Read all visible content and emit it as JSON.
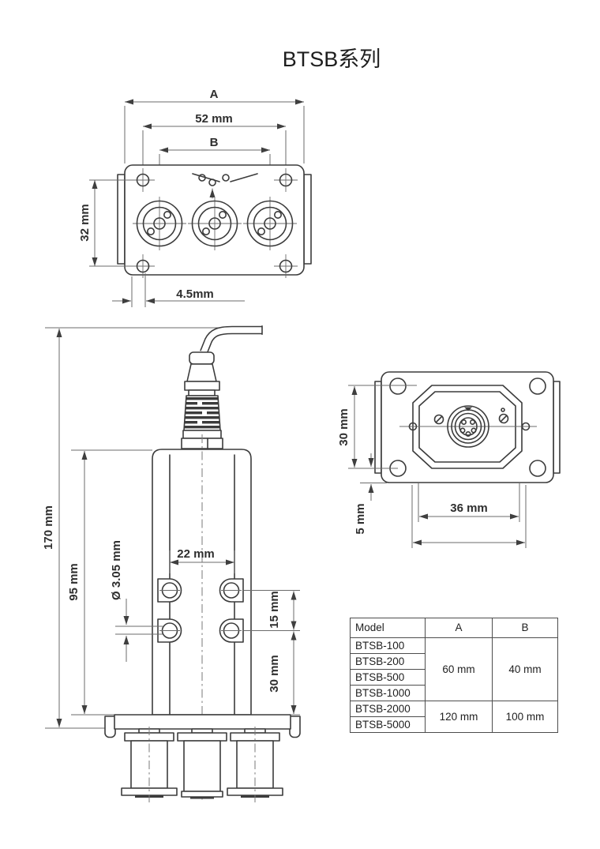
{
  "title": "BTSB系列",
  "top_view": {
    "dim_a_label": "A",
    "dim_width_52": "52 mm",
    "dim_b_label": "B",
    "dim_height_32": "32 mm",
    "dim_offset_45": "4.5mm"
  },
  "side_view": {
    "dim_height_170": "170 mm",
    "dim_height_95": "95 mm",
    "dim_hole_dia": "Ø 3.05 mm",
    "dim_width_22": "22 mm",
    "dim_spacing_15": "15 mm",
    "dim_spacing_30": "30 mm"
  },
  "rear_view": {
    "dim_height_30": "30 mm",
    "dim_offset_5": "5 mm",
    "dim_width_36": "36 mm"
  },
  "table": {
    "headers": [
      "Model",
      "A",
      "B"
    ],
    "models": [
      "BTSB-100",
      "BTSB-200",
      "BTSB-500",
      "BTSB-1000",
      "BTSB-2000",
      "BTSB-5000"
    ],
    "group_small": {
      "a": "60 mm",
      "b": "40 mm"
    },
    "group_large": {
      "a": "120 mm",
      "b": "100 mm"
    }
  }
}
